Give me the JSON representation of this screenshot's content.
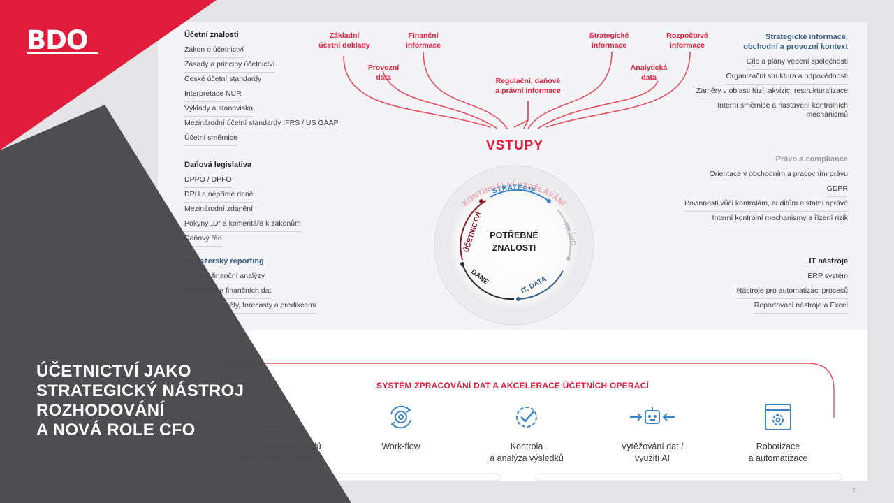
{
  "brand": {
    "logo_text": "BDO",
    "red": "#e11b3b",
    "gray": "#4a4a4c"
  },
  "slide": {
    "title_lines": [
      "ÚČETNICTVÍ JAKO",
      "STRATEGICKÝ NÁSTROJ",
      "ROZHODOVÁNÍ",
      "A NOVÁ ROLE CFO"
    ],
    "page_number": "7"
  },
  "left": {
    "accounting": {
      "heading": "Účetní znalosti",
      "items": [
        "Zákon o účetnictví",
        "Zásady a principy účetnictví",
        "České účetní standardy",
        "Interpretace NUR",
        "Výklady a stanoviska",
        "Mezinárodní účetní standardy IFRS / US GAAP",
        "Účetní směrnice"
      ]
    },
    "tax": {
      "heading": "Daňová legislativa",
      "items": [
        "DPPO / DPFO",
        "DPH a nepřímé daně",
        "Mezinárodní zdanění",
        "Pokyny „D“ a komentáře k zákonům",
        "Daňový řád"
      ]
    },
    "managerial": {
      "heading": "Manažerský reporting",
      "items": [
        "Základy finanční analýzy",
        "Interpretace finančních dat",
        "Práce s rozpočty, forecasty a predikcemi"
      ]
    }
  },
  "inputs": {
    "basic_docs": "Základní\núčetní doklady",
    "financial_info": "Finanční\ninformace",
    "operational_data": "Provozní\ndata",
    "regulatory_info": "Regulační, daňové\na právní informace",
    "strategic_info": "Strategické\ninformace",
    "budget_info": "Rozpočtové\ninformace",
    "analytical_data": "Analytická\ndata",
    "label": "VSTUPY"
  },
  "circle": {
    "center": "POTŘEBNÉ\nZNALOSTI",
    "outer_arc": "KONTINUÁLNÍ VZDĚLÁVÁNÍ",
    "strategy": "STRATEGIE",
    "law": "PRÁVO",
    "it_data": "IT, DATA",
    "taxes": "DANĚ",
    "accounting": "ÚČETNICTVÍ"
  },
  "right": {
    "strategic": {
      "heading": "Strategické informace,\nobchodní a provozní kontext",
      "items": [
        "Cíle a plány vedení společnosti",
        "Organizační struktura a odpovědnosti",
        "Záměry v oblasti fúzí, akvizic, restrukturalizace",
        "Interní směrnice a nastavení kontrolních\nmechanismů"
      ]
    },
    "law": {
      "heading": "Právo a compliance",
      "items": [
        "Orientace v obchodním a pracovním právu",
        "GDPR",
        "Povinnosti vůči kontrolám, auditům a státní správě",
        "Interní kontrolní mechanismy a řízení rizik"
      ]
    },
    "it": {
      "heading": "IT nástroje",
      "items": [
        "ERP systém",
        "Nástroje pro automatizaci procesů",
        "Reportovací nástroje a Excel"
      ]
    }
  },
  "system": {
    "title": "SYSTÉM ZPRACOVÁNÍ DAT A AKCELERACE ÚČETNÍCH OPERACÍ",
    "items": [
      {
        "label": "Sběr účetních podkladů\nnapříč celou firmou",
        "icon": "wallet-icon"
      },
      {
        "label": "Work-flow",
        "icon": "gear-cycle-icon"
      },
      {
        "label": "Kontrola\na analýza výsledků",
        "icon": "gear-check-icon"
      },
      {
        "label": "Vytěžování dat /\nvyužití AI",
        "icon": "robot-icon"
      },
      {
        "label": "Robotizace\na automatizace",
        "icon": "browser-gear-icon"
      }
    ]
  }
}
